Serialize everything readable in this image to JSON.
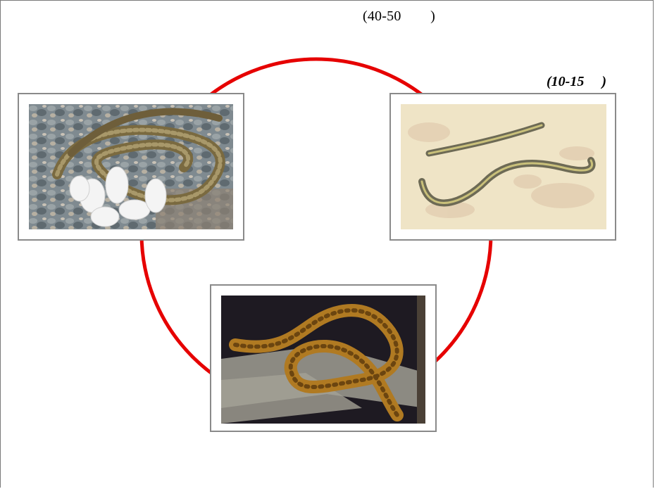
{
  "diagram": {
    "label_top": "(40-50        )",
    "label_right": "(10-15     )",
    "ring_color": "#e60000",
    "frame_color": "#8a8a8a"
  },
  "photos": [
    {
      "name": "snake-with-eggs",
      "subject": "adult snake coiled around white eggs on gravel"
    },
    {
      "name": "juvenile-snake",
      "subject": "striped juvenile snake on sandy ground"
    },
    {
      "name": "adult-snake",
      "subject": "spotted orange snake coiled on a branch"
    }
  ]
}
